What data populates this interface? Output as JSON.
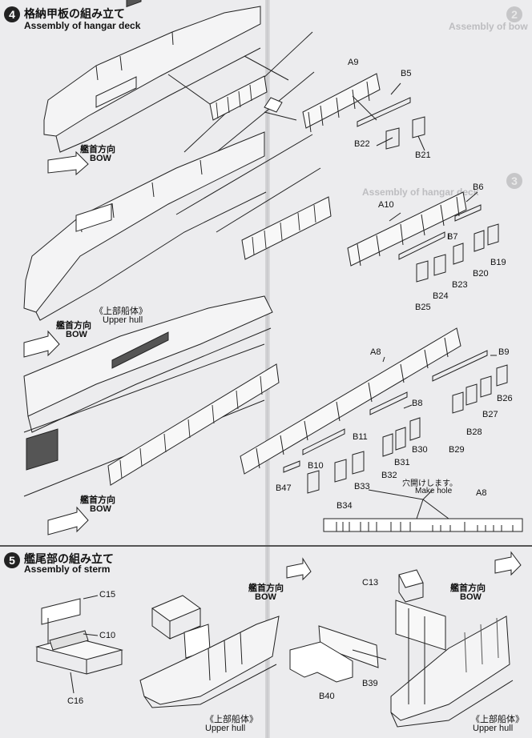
{
  "step4": {
    "number": "4",
    "title_jp": "格納甲板の組み立て",
    "title_en": "Assembly of hangar deck",
    "bow_jp": "艦首方向",
    "bow_en": "BOW",
    "upper_hull_jp": "《上部船体》",
    "upper_hull_en": "Upper hull",
    "parts_a": {
      "main": "A9",
      "rod": "B5",
      "b22": "B22",
      "b21": "B21"
    },
    "parts_b": {
      "main": "A10",
      "b6": "B6",
      "b7": "B7",
      "b19": "B19",
      "b20": "B20",
      "b23": "B23",
      "b24": "B24",
      "b25": "B25"
    },
    "parts_c": {
      "main": "A8",
      "b9": "B9",
      "b8": "B8",
      "b11": "B11",
      "b26": "B26",
      "b27": "B27",
      "b28": "B28",
      "b29": "B29",
      "b30": "B30",
      "b31": "B31",
      "b32": "B32",
      "b10": "B10",
      "b33": "B33",
      "b47": "B47",
      "b34": "B34"
    },
    "make_hole_jp": "穴開けします。",
    "make_hole_en": "Make hole",
    "hole_part": "A8"
  },
  "step5": {
    "number": "5",
    "title_jp": "艦尾部の組み立て",
    "title_en": "Assembly of sterm",
    "parts": {
      "c15": "C15",
      "c10": "C10",
      "c16": "C16",
      "c13": "C13",
      "b39": "B39",
      "b40": "B40"
    },
    "bow_jp": "艦首方向",
    "bow_en": "BOW",
    "upper_hull_jp": "《上部船体》",
    "upper_hull_en": "Upper hull"
  },
  "ghost_step": {
    "number_top": "2",
    "title_en_top": "Assembly of bow",
    "number_mid": "3",
    "title_en_mid": "Assembly of hangar deck"
  }
}
